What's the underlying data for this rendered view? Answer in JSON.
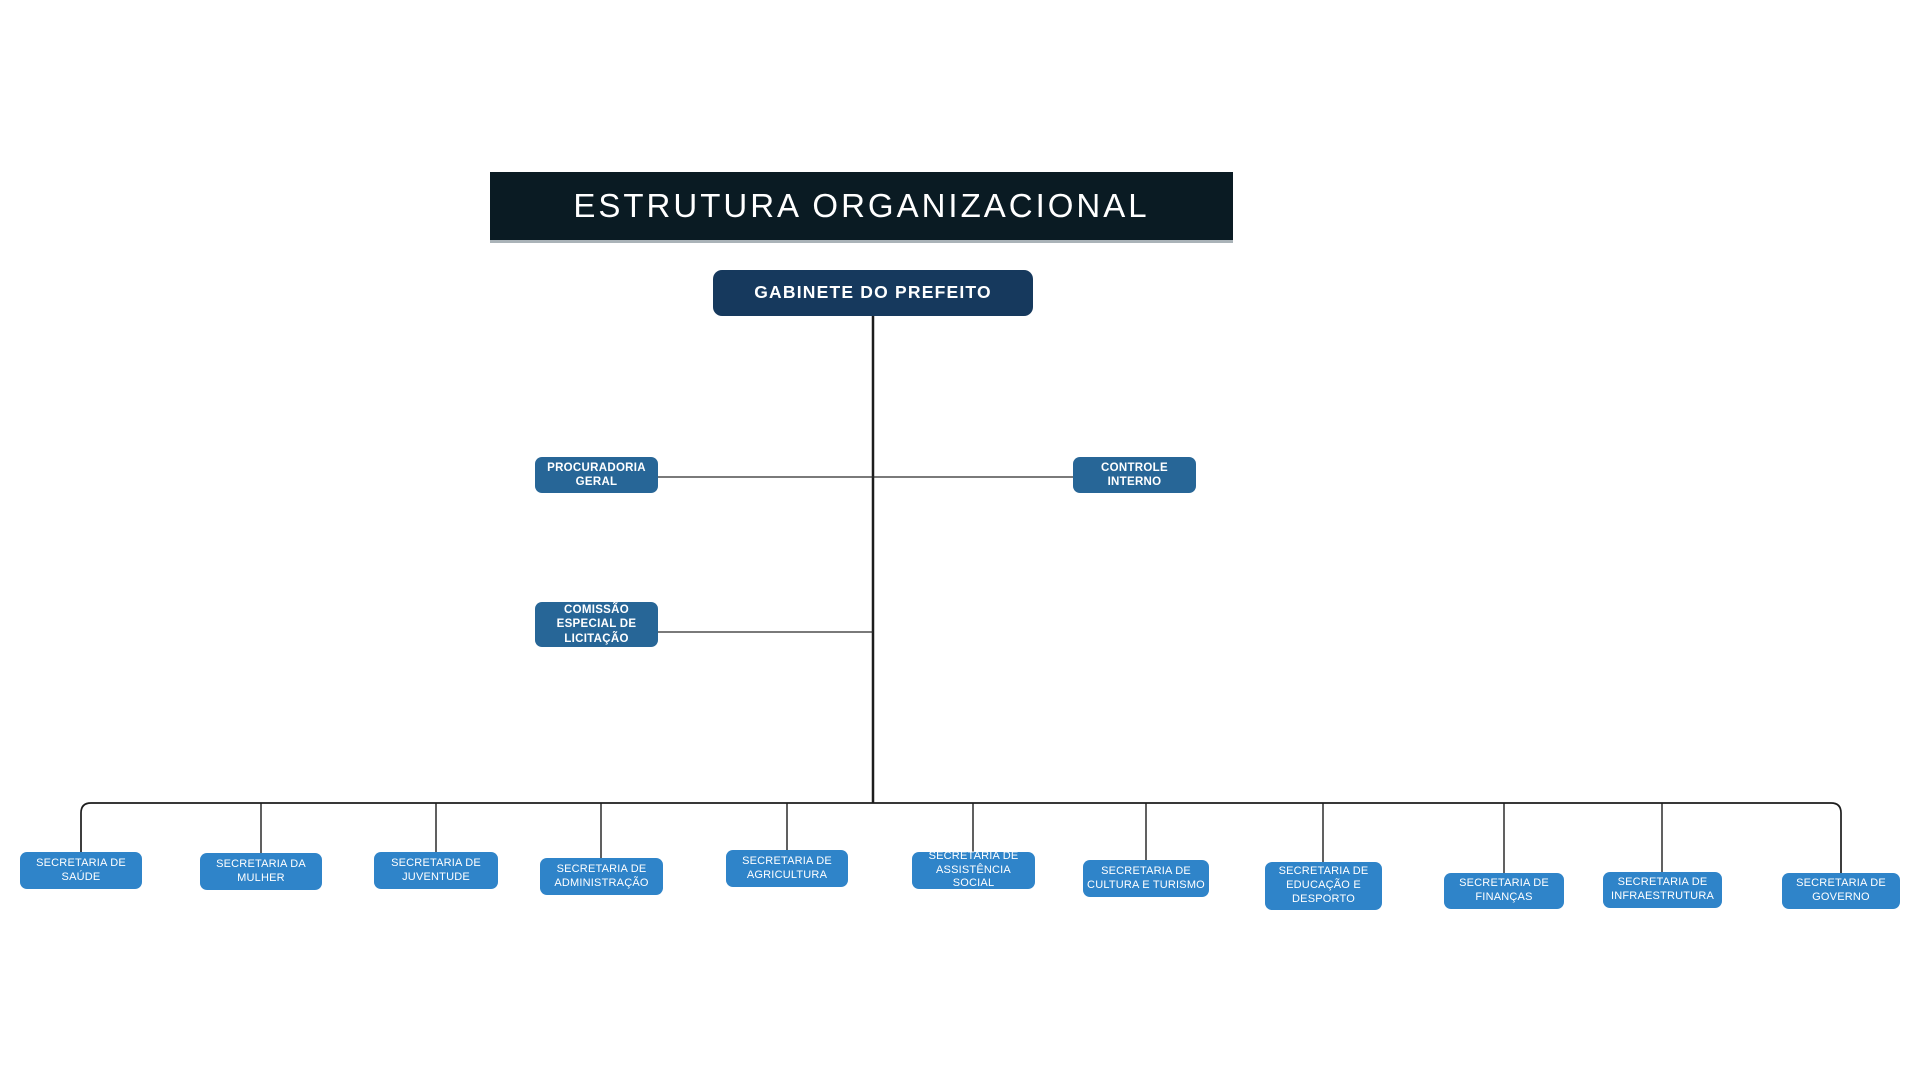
{
  "title": {
    "text": "ESTRUTURA ORGANIZACIONAL",
    "bg_color": "#0a1b23",
    "text_color": "#ffffff"
  },
  "org": {
    "root": {
      "label": "GABINETE DO PREFEITO",
      "bg_color": "#16395d"
    },
    "staff_bg_color": "#276697",
    "staff": [
      {
        "label": "PROCURADORIA GERAL"
      },
      {
        "label": "CONTROLE INTERNO"
      },
      {
        "label": "COMISSÃO ESPECIAL DE LICITAÇÃO"
      }
    ],
    "secretaria_bg_color": "#2f84c9",
    "secretarias": [
      {
        "label": "SECRETARIA DE SAÚDE"
      },
      {
        "label": "SECRETARIA DA MULHER"
      },
      {
        "label": "SECRETARIA DE JUVENTUDE"
      },
      {
        "label": "SECRETARIA DE ADMINISTRAÇÃO"
      },
      {
        "label": "SECRETARIA DE AGRICULTURA"
      },
      {
        "label": "SECRETARIA DE ASSISTÊNCIA SOCIAL"
      },
      {
        "label": "SECRETARIA DE CULTURA E TURISMO"
      },
      {
        "label": "SECRETARIA DE EDUCAÇÃO E DESPORTO"
      },
      {
        "label": "SECRETARIA DE FINANÇAS"
      },
      {
        "label": "SECRETARIA DE INFRAESTRUTURA"
      },
      {
        "label": "SECRETARIA DE GOVERNO"
      }
    ],
    "connector_color": "#1d1d1d"
  }
}
